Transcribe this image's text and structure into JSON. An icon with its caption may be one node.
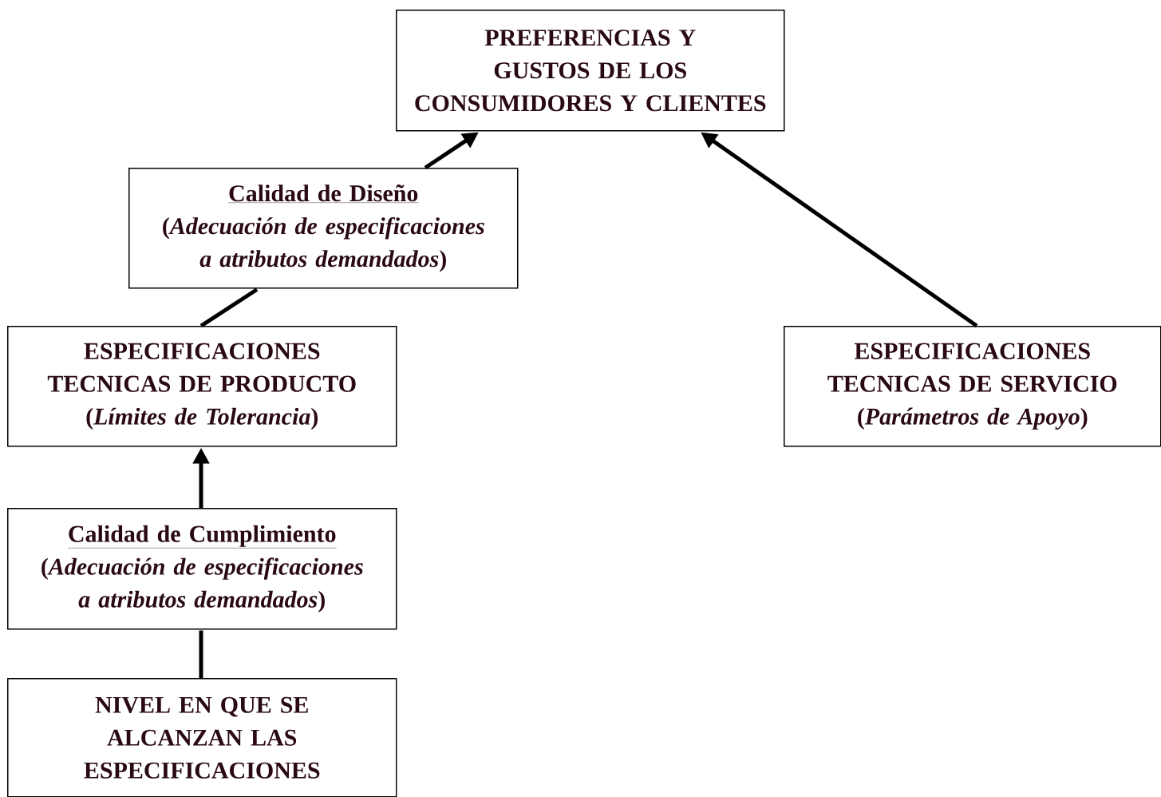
{
  "diagram": {
    "nodes": [
      {
        "text": [
          "PREFERENCIAS Y GUSTOS DE LOS CONSUMIDORES Y CLIENTES"
        ]
      },
      {
        "text": [
          "Calidad de Diseño",
          "(*Adecuación de especificaciones a atributos demandados*)"
        ]
      },
      {
        "text": [
          "ESPECIFICACIONES TECNICAS DE PRODUCTO",
          "(*Límites de Tolerancia*)"
        ]
      },
      {
        "text": [
          "ESPECIFICACIONES TECNICAS DE SERVICIO",
          "(*Parámetros de Apoyo*)"
        ]
      },
      {
        "text": [
          "Calidad de Cumplimiento",
          "(*Adecuación de especificaciones a atributos demandados*)"
        ]
      },
      {
        "text": [
          "NIVEL EN QUE SE ALCANZAN LAS ESPECIFICACIONES"
        ]
      }
    ],
    "edges": [
      {
        "from": 1,
        "to": 0,
        "arrow": "to"
      },
      {
        "from": 2,
        "to": 1,
        "arrow": "none"
      },
      {
        "from": 3,
        "to": 0,
        "arrow": "to"
      },
      {
        "from": 4,
        "to": 2,
        "arrow": "to"
      },
      {
        "from": 5,
        "to": 4,
        "arrow": "none"
      }
    ]
  }
}
